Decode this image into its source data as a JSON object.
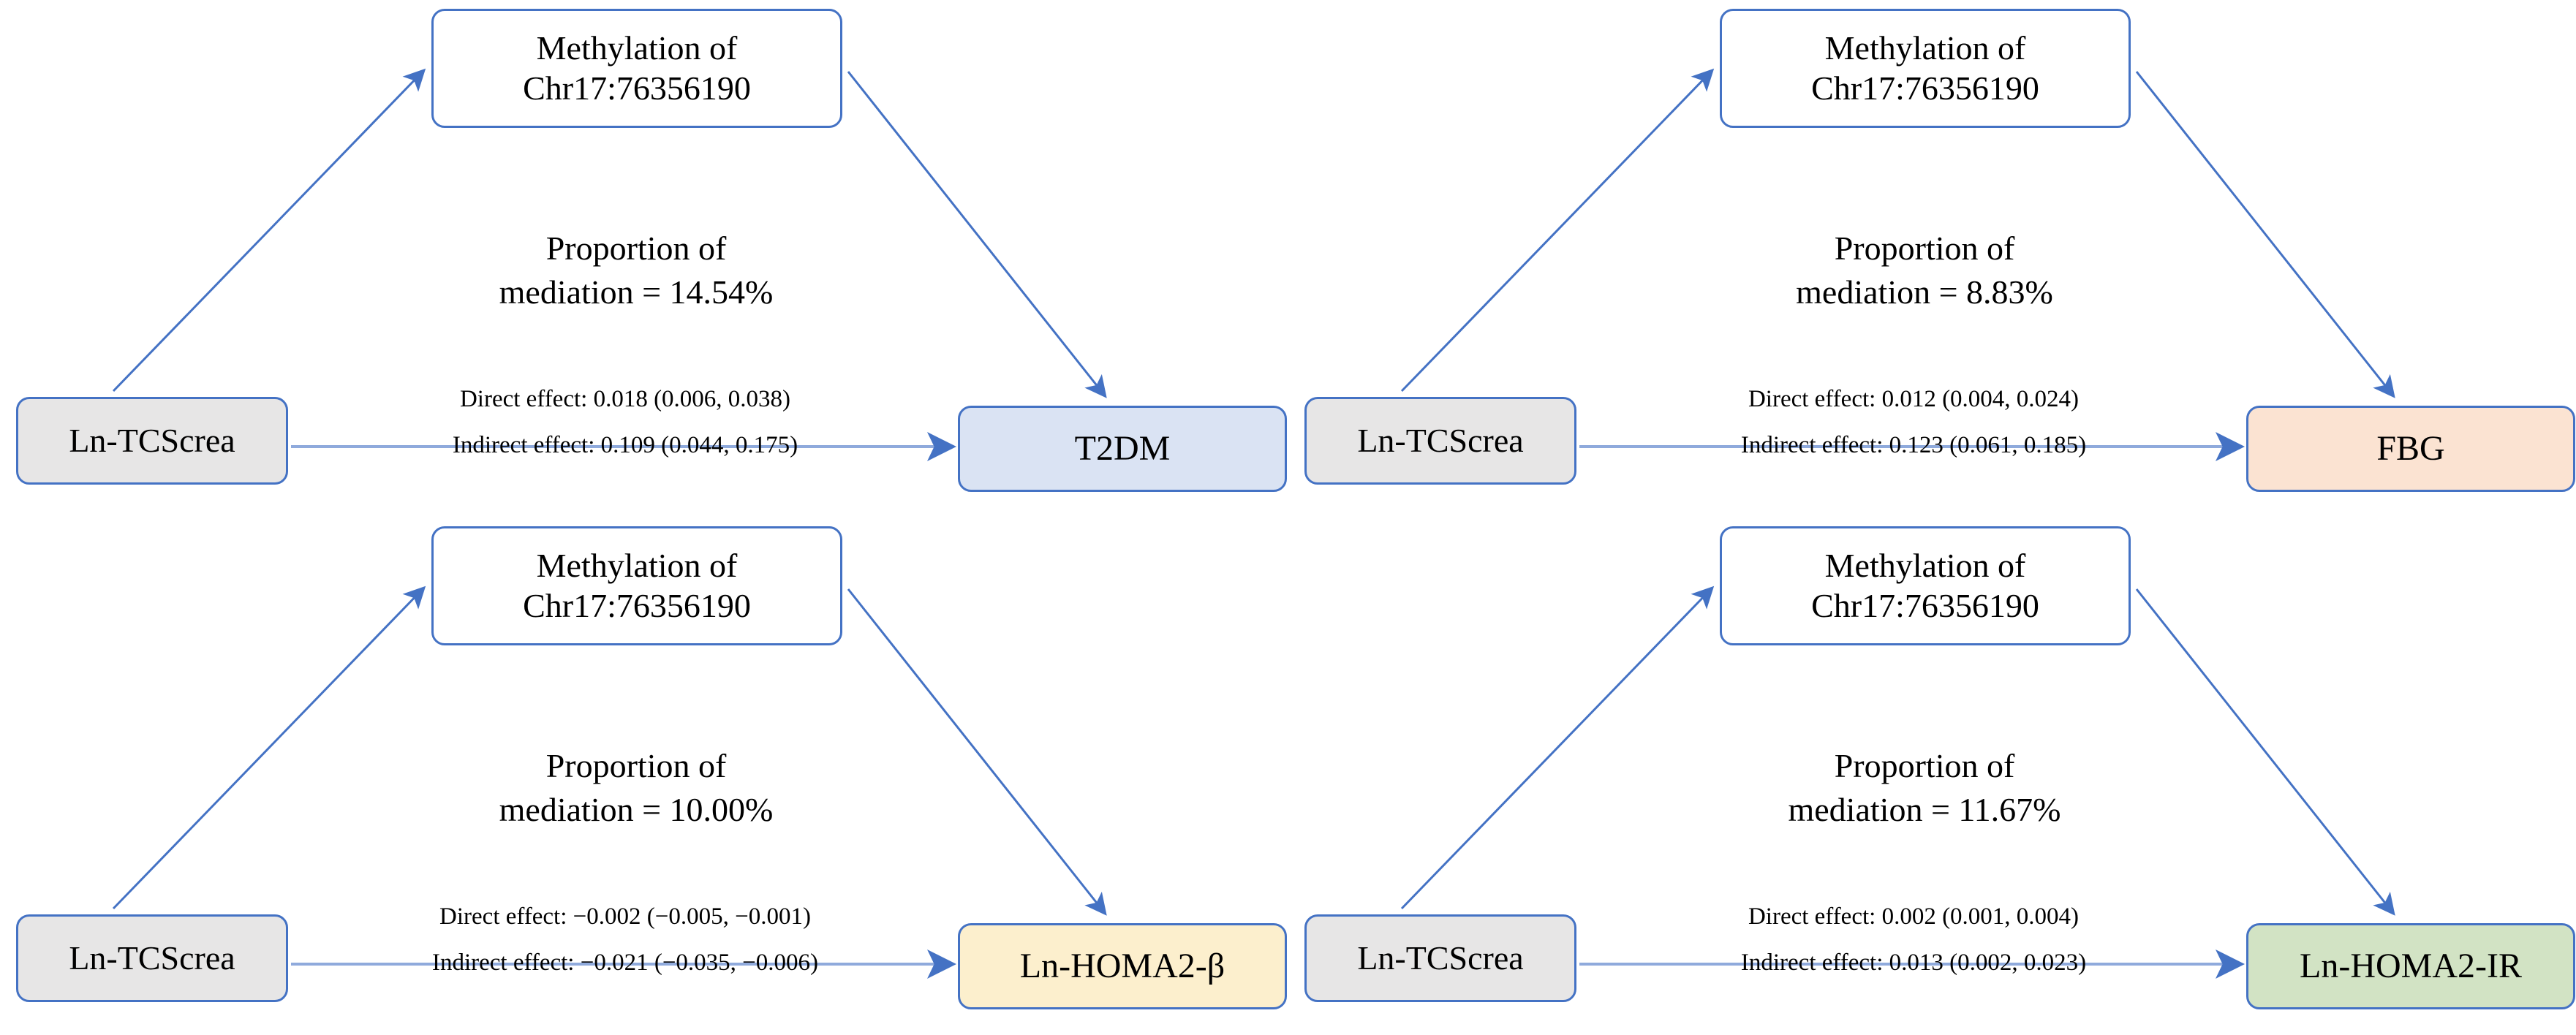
{
  "figure": {
    "type": "mediation-path-diagram",
    "panel_count": 4,
    "colors": {
      "arrow": "#4472c4",
      "node_border": "#4472c4",
      "exposure_fill": "#e7e6e6",
      "mediator_fill": "#ffffff",
      "t2dm_fill": "#dae3f3",
      "fbg_fill": "#fbe3d2",
      "homabeta_fill": "#fcefcd",
      "homair_fill": "#d2e3c4",
      "text": "#000000",
      "background": "#ffffff"
    }
  },
  "panels": [
    {
      "id": "t2dm",
      "exposure": "Ln-TCScrea",
      "mediator_line1": "Methylation of",
      "mediator_line2": "Chr17:76356190",
      "outcome": "T2DM",
      "proportion_line1": "Proportion of",
      "proportion_line2": "mediation = 14.54%",
      "proportion_value": "14.54%",
      "direct_effect": "Direct effect: 0.018 (0.006, 0.038)",
      "indirect_effect": "Indirect effect: 0.109 (0.044, 0.175)",
      "direct_estimate": 0.018,
      "direct_ci": [
        0.006,
        0.038
      ],
      "indirect_estimate": 0.109,
      "indirect_ci": [
        0.044,
        0.175
      ]
    },
    {
      "id": "fbg",
      "exposure": "Ln-TCScrea",
      "mediator_line1": "Methylation of",
      "mediator_line2": "Chr17:76356190",
      "outcome": "FBG",
      "proportion_line1": "Proportion of",
      "proportion_line2": "mediation = 8.83%",
      "proportion_value": "8.83%",
      "direct_effect": "Direct effect: 0.012 (0.004, 0.024)",
      "indirect_effect": "Indirect effect: 0.123 (0.061, 0.185)",
      "direct_estimate": 0.012,
      "direct_ci": [
        0.004,
        0.024
      ],
      "indirect_estimate": 0.123,
      "indirect_ci": [
        0.061,
        0.185
      ]
    },
    {
      "id": "homabeta",
      "exposure": "Ln-TCScrea",
      "mediator_line1": "Methylation of",
      "mediator_line2": "Chr17:76356190",
      "outcome": "Ln-HOMA2-β",
      "proportion_line1": "Proportion of",
      "proportion_line2": "mediation = 10.00%",
      "proportion_value": "10.00%",
      "direct_effect": "Direct effect: −0.002 (−0.005, −0.001)",
      "indirect_effect": "Indirect effect: −0.021 (−0.035, −0.006)",
      "direct_estimate": -0.002,
      "direct_ci": [
        -0.005,
        -0.001
      ],
      "indirect_estimate": -0.021,
      "indirect_ci": [
        -0.035,
        -0.006
      ]
    },
    {
      "id": "homair",
      "exposure": "Ln-TCScrea",
      "mediator_line1": "Methylation of",
      "mediator_line2": "Chr17:76356190",
      "outcome": "Ln-HOMA2-IR",
      "proportion_line1": "Proportion of",
      "proportion_line2": "mediation = 11.67%",
      "proportion_value": "11.67%",
      "direct_effect": "Direct effect: 0.002 (0.001, 0.004)",
      "indirect_effect": "Indirect effect: 0.013 (0.002, 0.023)",
      "direct_estimate": 0.002,
      "direct_ci": [
        0.001,
        0.004
      ],
      "indirect_estimate": 0.013,
      "indirect_ci": [
        0.002,
        0.023
      ]
    }
  ]
}
